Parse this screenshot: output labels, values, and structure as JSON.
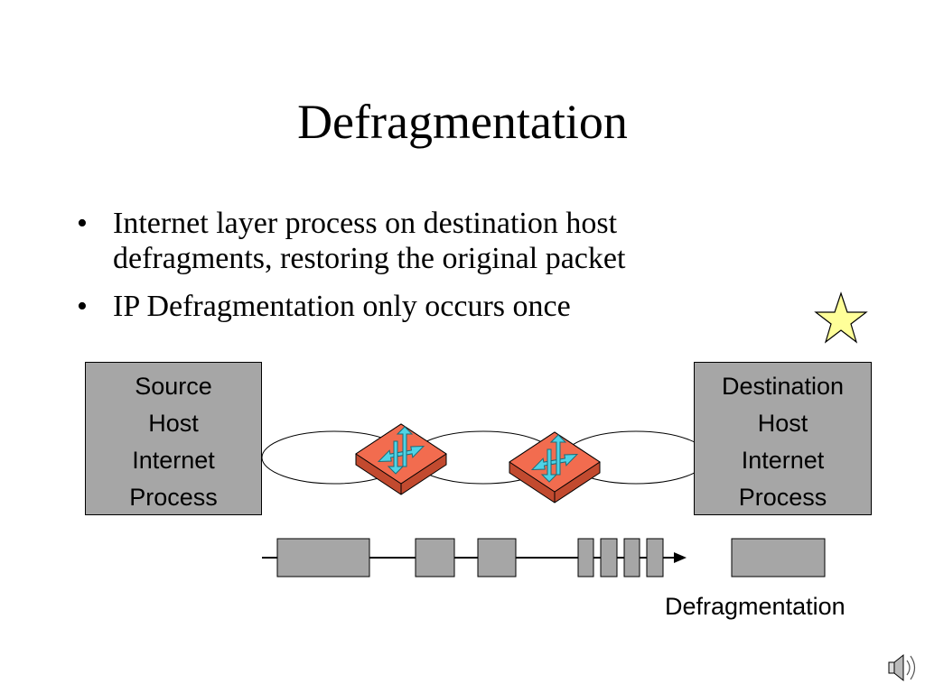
{
  "slide": {
    "title": "Defragmentation",
    "bullets": [
      {
        "lines": [
          "Internet layer process on destination host",
          "defragments, restoring the original packet"
        ]
      },
      {
        "lines": [
          "IP Defragmentation only occurs once"
        ]
      }
    ]
  },
  "source_host": {
    "lines": [
      "Source",
      "Host",
      "Internet",
      "Process"
    ]
  },
  "destination_host": {
    "lines": [
      "Destination",
      "Host",
      "Internet",
      "Process"
    ]
  },
  "timeline_label": "Defragmentation",
  "icons": {
    "star": "star-icon",
    "router": "router-icon",
    "speaker": "speaker-icon"
  },
  "colors": {
    "host_fill": "#a6a6a6",
    "router_fill": "#f26c4f",
    "router_arrows": "#4fd3e6",
    "star_fill": "#ffff99",
    "fragment_fill": "#a6a6a6"
  }
}
